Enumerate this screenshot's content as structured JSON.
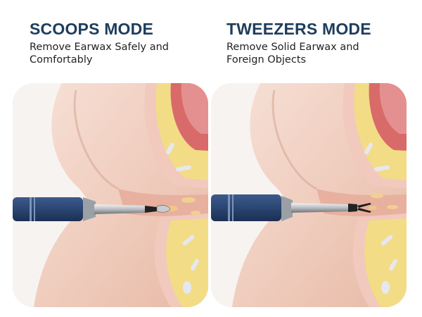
{
  "panels": [
    {
      "title": "SCOOPS MODE",
      "subtitle_line1": "Remove Earwax Safely and",
      "subtitle_line2": "Comfortably",
      "illustration": "ear-cross-section-scoop-tip"
    },
    {
      "title": "TWEEZERS MODE",
      "subtitle_line1": "Remove Solid Earwax and",
      "subtitle_line2": "Foreign Objects",
      "illustration": "ear-cross-section-tweezers-tip"
    }
  ],
  "colors": {
    "title": "#1f3d5c",
    "handle": "#2b4673",
    "skin": "#efc7b8",
    "fat": "#f3dc86",
    "muscle": "#d96a6a"
  }
}
